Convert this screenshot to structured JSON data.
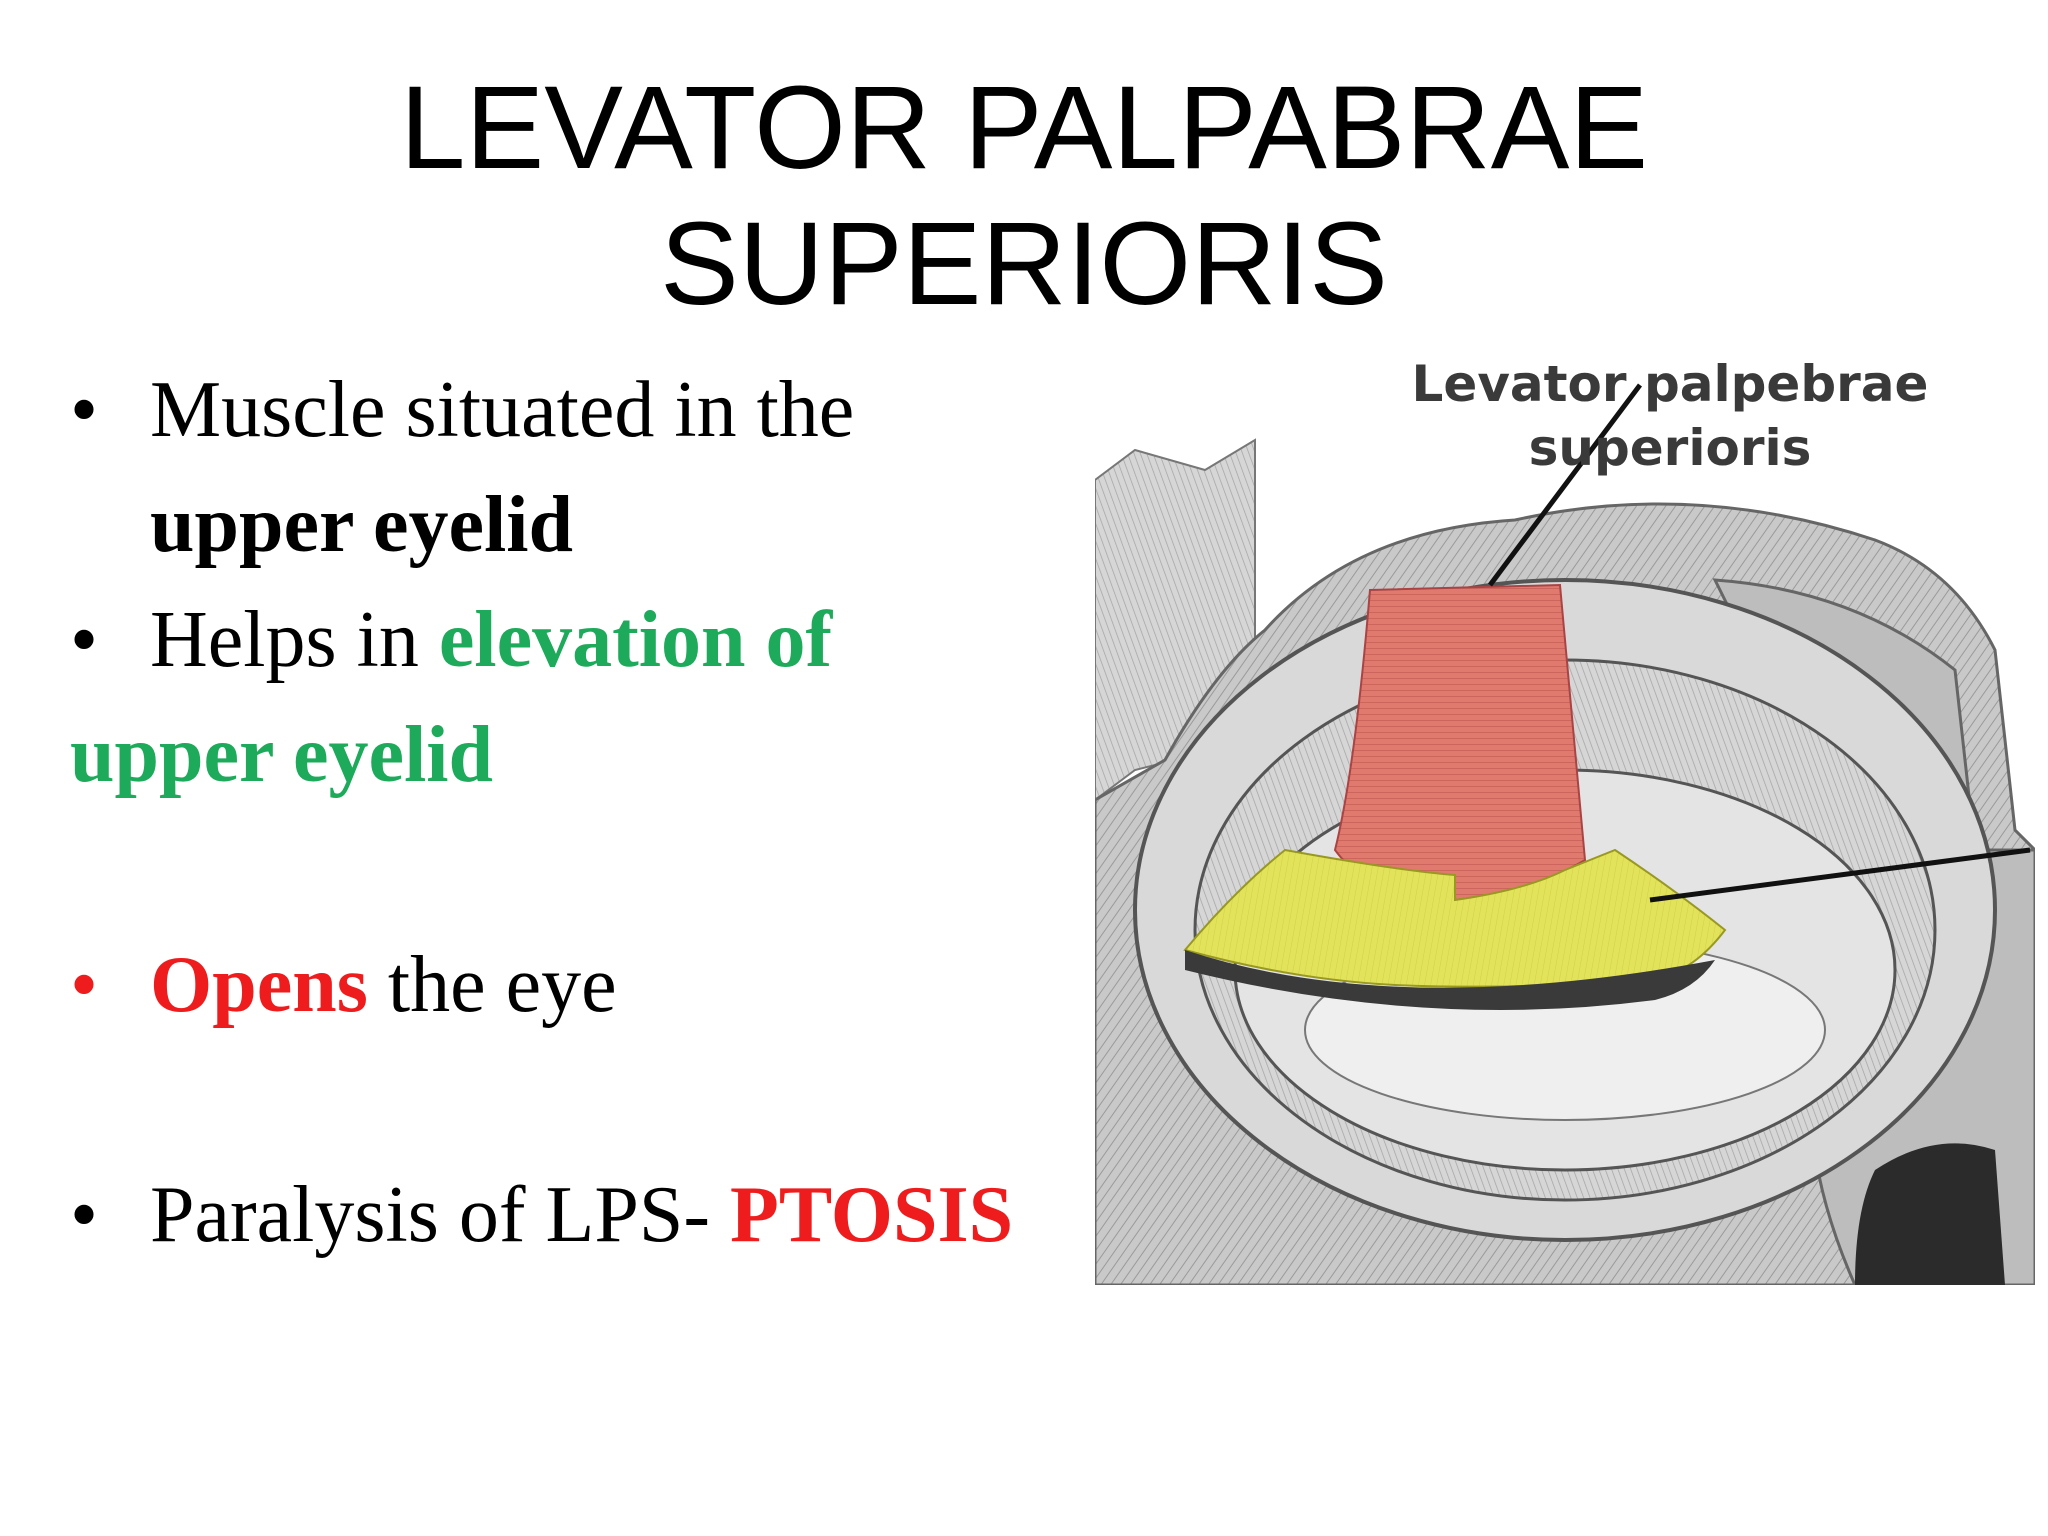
{
  "slide": {
    "title_line1": "LEVATOR PALPABRAE",
    "title_line2": "SUPERIORIS"
  },
  "bullets": {
    "b1_prefix": "Muscle situated in the",
    "b1_bold": "upper eyelid",
    "b2_prefix": "Helps in ",
    "b2_green_1": "elevation of",
    "b2_green_2": "upper eyelid",
    "b3_red": "Opens",
    "b3_suffix": " the eye",
    "b4_prefix": "Paralysis  of LPS- ",
    "b4_red": "PTOSIS",
    "bullet_symbol": "•"
  },
  "figure": {
    "label_line1": "Levator palpebrae",
    "label_line2": "superioris",
    "colors": {
      "levator_muscle": "#e07a6e",
      "tarsal_region": "#e2e35a",
      "bone_gray": "#b8b8b8"
    }
  }
}
